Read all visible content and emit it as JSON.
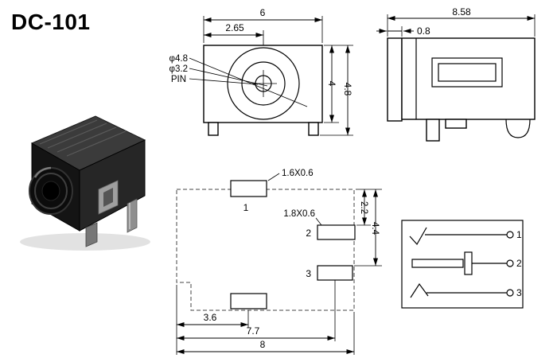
{
  "title": "DC-101",
  "colors": {
    "line": "#000000",
    "background": "#ffffff"
  },
  "front_view": {
    "dim_overall_width": "6",
    "dim_pin_offset": "2.65",
    "label_outer_dia": "φ4.8",
    "label_inner_dia": "φ3.2",
    "label_pin": "PIN",
    "dim_inner_height": "4",
    "dim_overall_height": "4.8"
  },
  "side_view": {
    "dim_overall_length": "8.58",
    "dim_flange_thickness": "0.8"
  },
  "footprint_view": {
    "pad1_size": "1.6X0.6",
    "pad2_size": "1.8X0.6",
    "pin1": "1",
    "pin2": "2",
    "pin3": "3",
    "dim_pad2_offset": "2.2",
    "dim_pad3_offset": "4.4",
    "dim_pad1_x": "3.6",
    "dim_pads23_x": "7.7",
    "dim_overall_width": "8"
  },
  "schematic": {
    "pin1": "1",
    "pin2": "2",
    "pin3": "3"
  }
}
